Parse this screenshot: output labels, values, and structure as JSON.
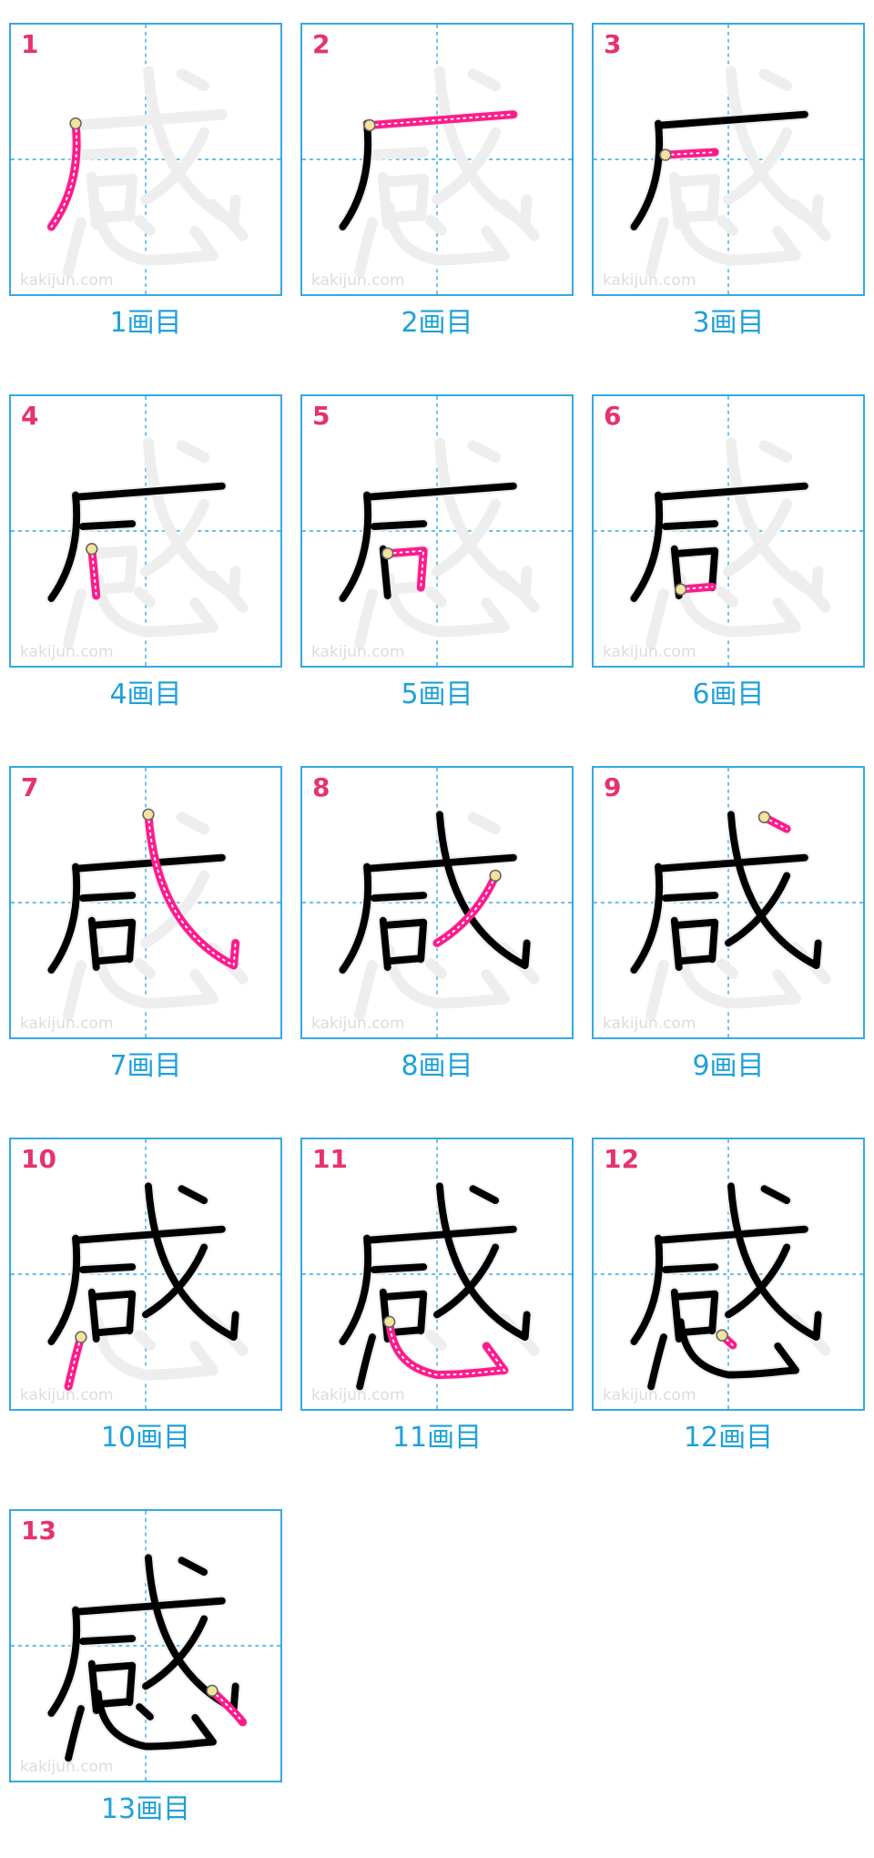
{
  "glyph": "感",
  "watermark": "kakijun.com",
  "colors": {
    "border": "#36a8e2",
    "guide": "#36a8e2",
    "current_stroke": "#ff1a8c",
    "done_stroke": "#000000",
    "ghost": "#eeeeee",
    "number": "#e5336f",
    "caption": "#1fa1d9"
  },
  "steps": [
    {
      "number": "1",
      "caption": "1画目"
    },
    {
      "number": "2",
      "caption": "2画目"
    },
    {
      "number": "3",
      "caption": "3画目"
    },
    {
      "number": "4",
      "caption": "4画目"
    },
    {
      "number": "5",
      "caption": "5画目"
    },
    {
      "number": "6",
      "caption": "6画目"
    },
    {
      "number": "7",
      "caption": "7画目"
    },
    {
      "number": "8",
      "caption": "8画目"
    },
    {
      "number": "9",
      "caption": "9画目"
    },
    {
      "number": "10",
      "caption": "10画目"
    },
    {
      "number": "11",
      "caption": "11画目"
    },
    {
      "number": "12",
      "caption": "12画目"
    },
    {
      "number": "13",
      "caption": "13画目"
    }
  ]
}
